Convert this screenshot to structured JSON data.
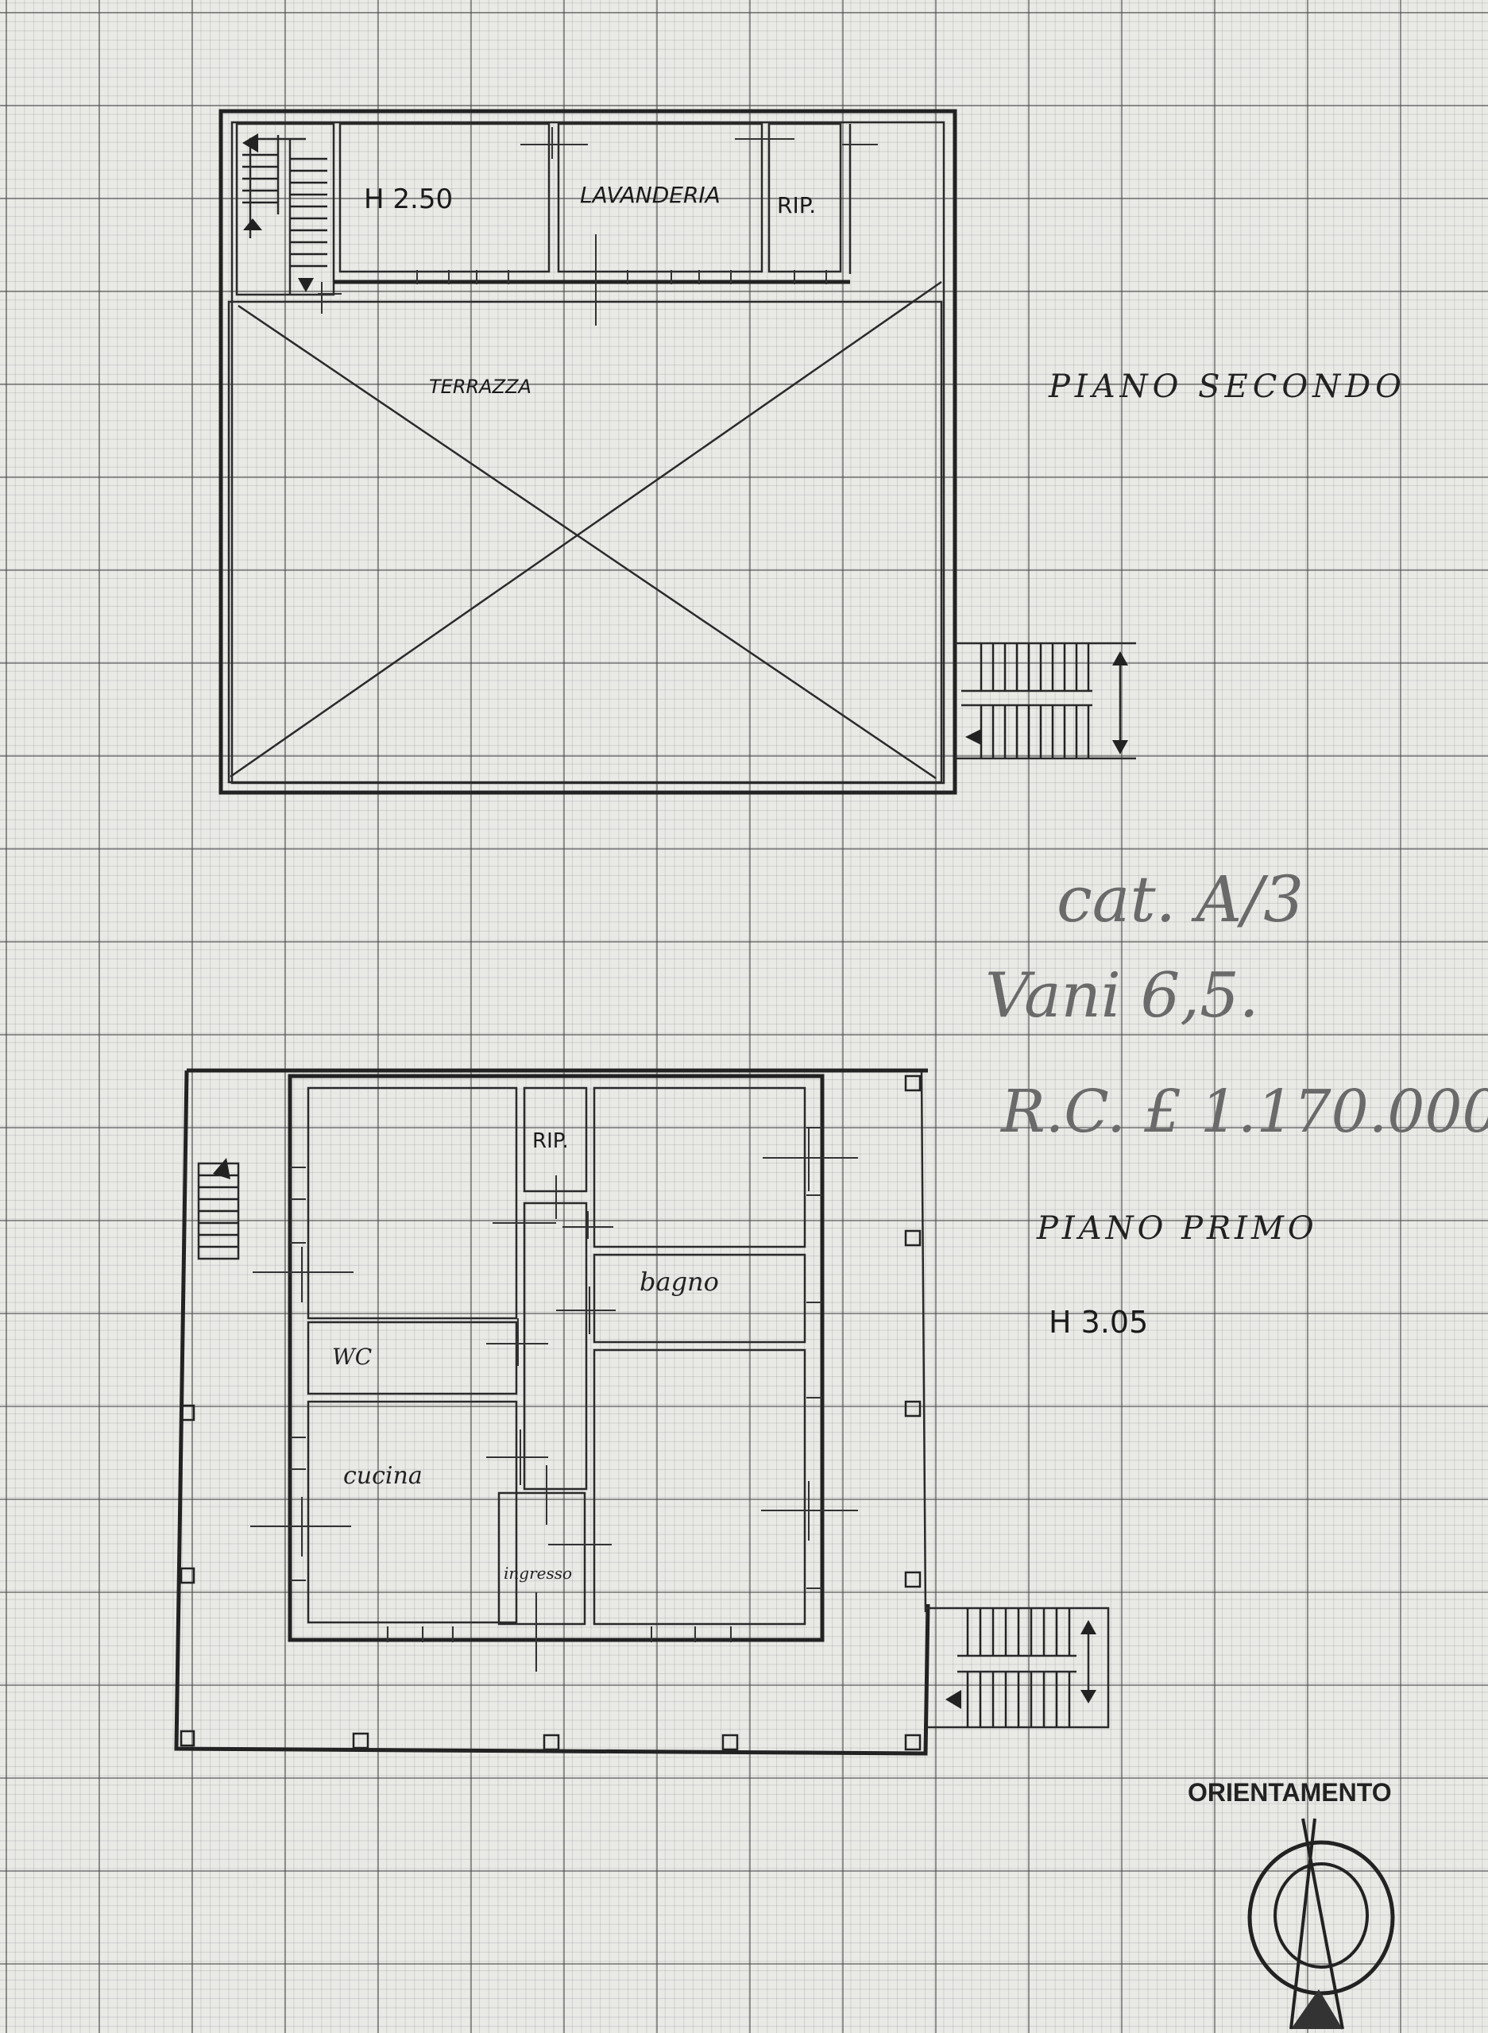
{
  "second_floor": {
    "title": "PIANO SECONDO",
    "rooms": {
      "height_room": "H 2.50",
      "laundry": "LAVANDERIA",
      "storage": "RIP.",
      "terrace": "TERRAZZA"
    }
  },
  "first_floor": {
    "title": "PIANO PRIMO",
    "height": "H 3.05",
    "rooms": {
      "storage": "RIP.",
      "bathroom": "bagno",
      "wc": "WC",
      "kitchen": "cucina",
      "entrance": "ingresso"
    }
  },
  "cadastral": {
    "category": "cat. A/3",
    "rooms_count": "Vani 6,5.",
    "income": "R.C. £ 1.170.000"
  },
  "orientation": {
    "label": "ORIENTAMENTO"
  }
}
